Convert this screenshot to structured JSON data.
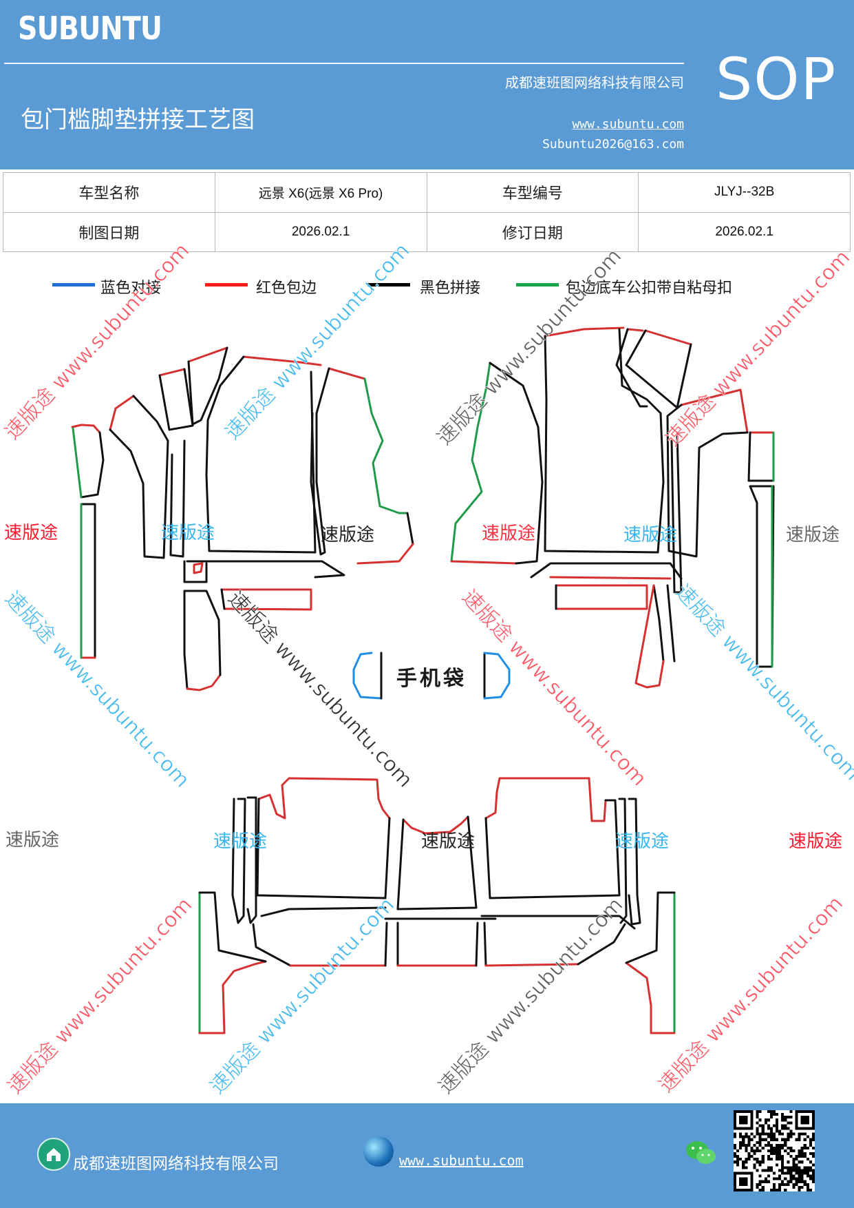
{
  "header": {
    "brand": "SUBUNTU",
    "company": "成都速班图网络科技有限公司",
    "title": "包门槛脚垫拼接工艺图",
    "website": "www.subuntu.com",
    "email": "Subuntu2026@163.com",
    "badge": "SOP",
    "band_color": "#5b9bd5"
  },
  "spec_table": {
    "model_name_label": "车型名称",
    "model_name": "远景 X6(远景 X6 Pro)",
    "model_code_label": "车型编号",
    "model_code": "JLYJ--32B",
    "draw_date_label": "制图日期",
    "draw_date": "2026.02.1",
    "revise_date_label": "修订日期",
    "revise_date": "2026.02.1"
  },
  "legend": [
    {
      "label": "蓝色对接",
      "color": "#1f6fd1"
    },
    {
      "label": "红色包边",
      "color": "#ff1a1a"
    },
    {
      "label": "黑色拼接",
      "color": "#000000"
    },
    {
      "label": "包边底车公扣带自粘母扣",
      "color": "#1aa54a"
    }
  ],
  "diagram": {
    "phone_bag_label": "手机袋",
    "watermark_brand": "速版途",
    "watermark_site": "www.subuntu.com",
    "line_colors": {
      "blue": "#1f8ee6",
      "red": "#d73030",
      "black": "#111111",
      "green": "#1f9a4a"
    }
  },
  "footer": {
    "company": "成都速班图网络科技有限公司",
    "website": "www.subuntu.com",
    "icons": [
      "house-icon",
      "globe-icon",
      "wechat-icon",
      "qr-code"
    ]
  }
}
